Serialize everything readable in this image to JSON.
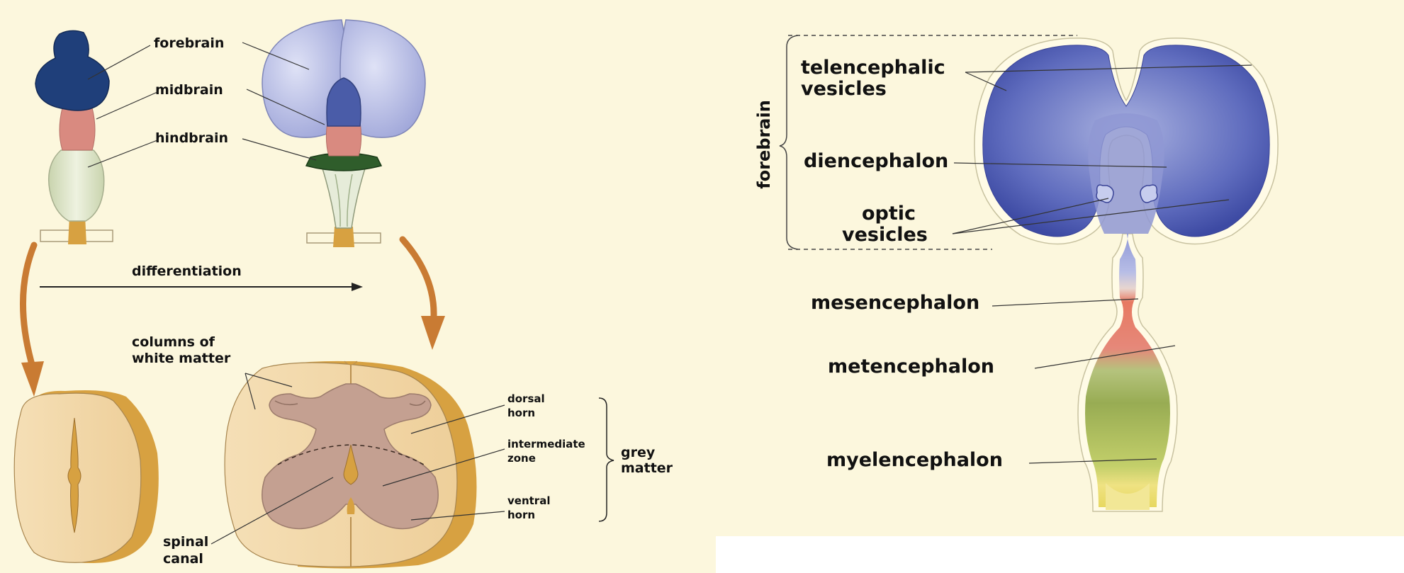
{
  "left_panel": {
    "background": "#fcf7dd",
    "labels": {
      "forebrain": "forebrain",
      "midbrain": "midbrain",
      "hindbrain": "hindbrain",
      "differentiation": "differentiation",
      "columns_line1": "columns of",
      "columns_line2": "white matter",
      "dorsal_line1": "dorsal",
      "dorsal_line2": "horn",
      "intermediate_line1": "intermediate",
      "intermediate_line2": "zone",
      "ventral_line1": "ventral",
      "ventral_line2": "horn",
      "grey_line1": "grey",
      "grey_line2": "matter",
      "spinal_line1": "spinal",
      "spinal_line2": "canal"
    }
  },
  "right_panel": {
    "background": "#fcf7dd",
    "labels": {
      "telencephalic_line1": "telencephalic",
      "telencephalic_line2": "vesicles",
      "diencephalon": "diencephalon",
      "optic_line1": "optic",
      "optic_line2": "vesicles",
      "forebrain": "forebrain",
      "mesencephalon": "mesencephalon",
      "metencephalon": "metencephalon",
      "myelencephalon": "myelencephalon"
    }
  },
  "colors": {
    "forebrain": "#1f3f7a",
    "midbrain": "#d98a80",
    "hindbrain": "#dfe6cc",
    "cerebrum": "#c4c8ec",
    "cord_tan": "#f3d9ac",
    "cord_orange": "#d7a141",
    "grey_matter": "#c4a091",
    "arrow": "#c97b33",
    "vesicle_blue": "#6673c2",
    "mes_red": "#e0705f",
    "met_green": "#9db15a",
    "myel_yellow": "#e3d466"
  }
}
